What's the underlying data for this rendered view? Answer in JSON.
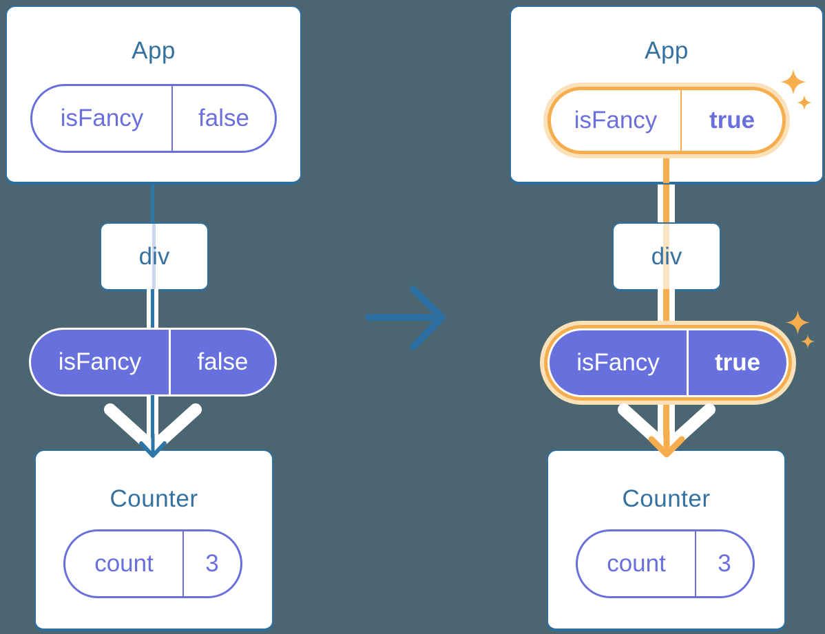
{
  "colors": {
    "background": "#4C6671",
    "card_border": "#2E6F9F",
    "title_text": "#35719F",
    "purple_fill": "#6770DC",
    "purple_text": "#6A6FDB",
    "orange_accent": "#F5AD4E",
    "orange_glow": "#FAE1BA",
    "blue_connector": "#2E75A8",
    "lavender_inner_line": "#CBD7EE",
    "peach_inner_line": "#FBE4C4",
    "transition_arrow_blue": "#2B6FA3",
    "white": "#FFFFFF"
  },
  "icons": {
    "transition": "arrow-right-icon",
    "highlight": "sparkles-icon",
    "flow": "chevron-down-arrow-icon"
  },
  "before": {
    "app": {
      "title": "App",
      "state_pill": {
        "key": "isFancy",
        "value": "false"
      }
    },
    "div_node": {
      "label": "div"
    },
    "prop_pill": {
      "key": "isFancy",
      "value": "false"
    },
    "counter": {
      "title": "Counter",
      "state_pill": {
        "key": "count",
        "value": "3"
      }
    }
  },
  "after": {
    "app": {
      "title": "App",
      "state_pill": {
        "key": "isFancy",
        "value": "true"
      }
    },
    "div_node": {
      "label": "div"
    },
    "prop_pill": {
      "key": "isFancy",
      "value": "true"
    },
    "counter": {
      "title": "Counter",
      "state_pill": {
        "key": "count",
        "value": "3"
      }
    }
  }
}
